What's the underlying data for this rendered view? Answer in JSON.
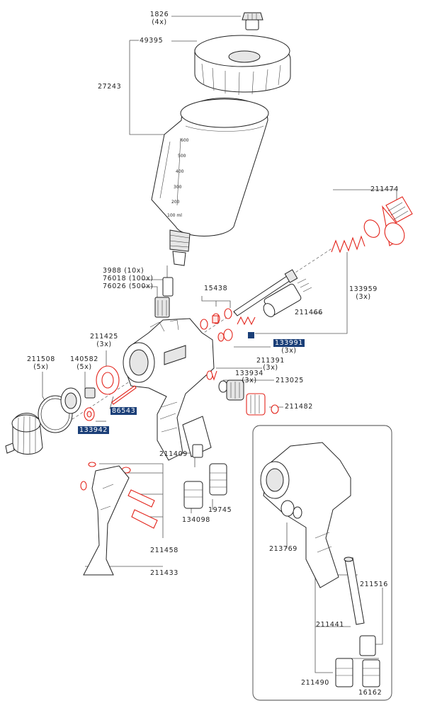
{
  "callouts": {
    "p1826": "1826",
    "p1826_qty": "(4x)",
    "p49395": "49395",
    "p27243": "27243",
    "p211474": "211474",
    "p3988": "3988  (10x)",
    "p76018": "76018 (100x)",
    "p76026": "76026 (500x)",
    "p15438": "15438",
    "p133959": "133959",
    "p133959_qty": "(3x)",
    "p211466": "211466",
    "p133991": "133991",
    "p133991_qty": "(3x)",
    "p211425": "211425",
    "p211425_qty": "(3x)",
    "p211508": "211508",
    "p211508_qty": "(5x)",
    "p140582": "140582",
    "p140582_qty": "(5x)",
    "p211391": "211391",
    "p211391_qty": "(3x)",
    "p133934": "133934",
    "p133934_qty": "(3x)",
    "p213025": "213025",
    "p86543": "86543",
    "p211482": "211482",
    "p133942": "133942",
    "p211409": "211409",
    "p19745": "19745",
    "p134098": "134098",
    "p211458": "211458",
    "p211433": "211433",
    "p213769": "213769",
    "p211516": "211516",
    "p211441": "211441",
    "p211490": "211490",
    "p16162": "16162"
  },
  "cup_scale": [
    "600",
    "500",
    "400",
    "300",
    "200",
    "100 ml"
  ],
  "colors": {
    "highlight_part": "#e3241b",
    "label_badge": "#1b3f78",
    "outline": "#222222"
  }
}
